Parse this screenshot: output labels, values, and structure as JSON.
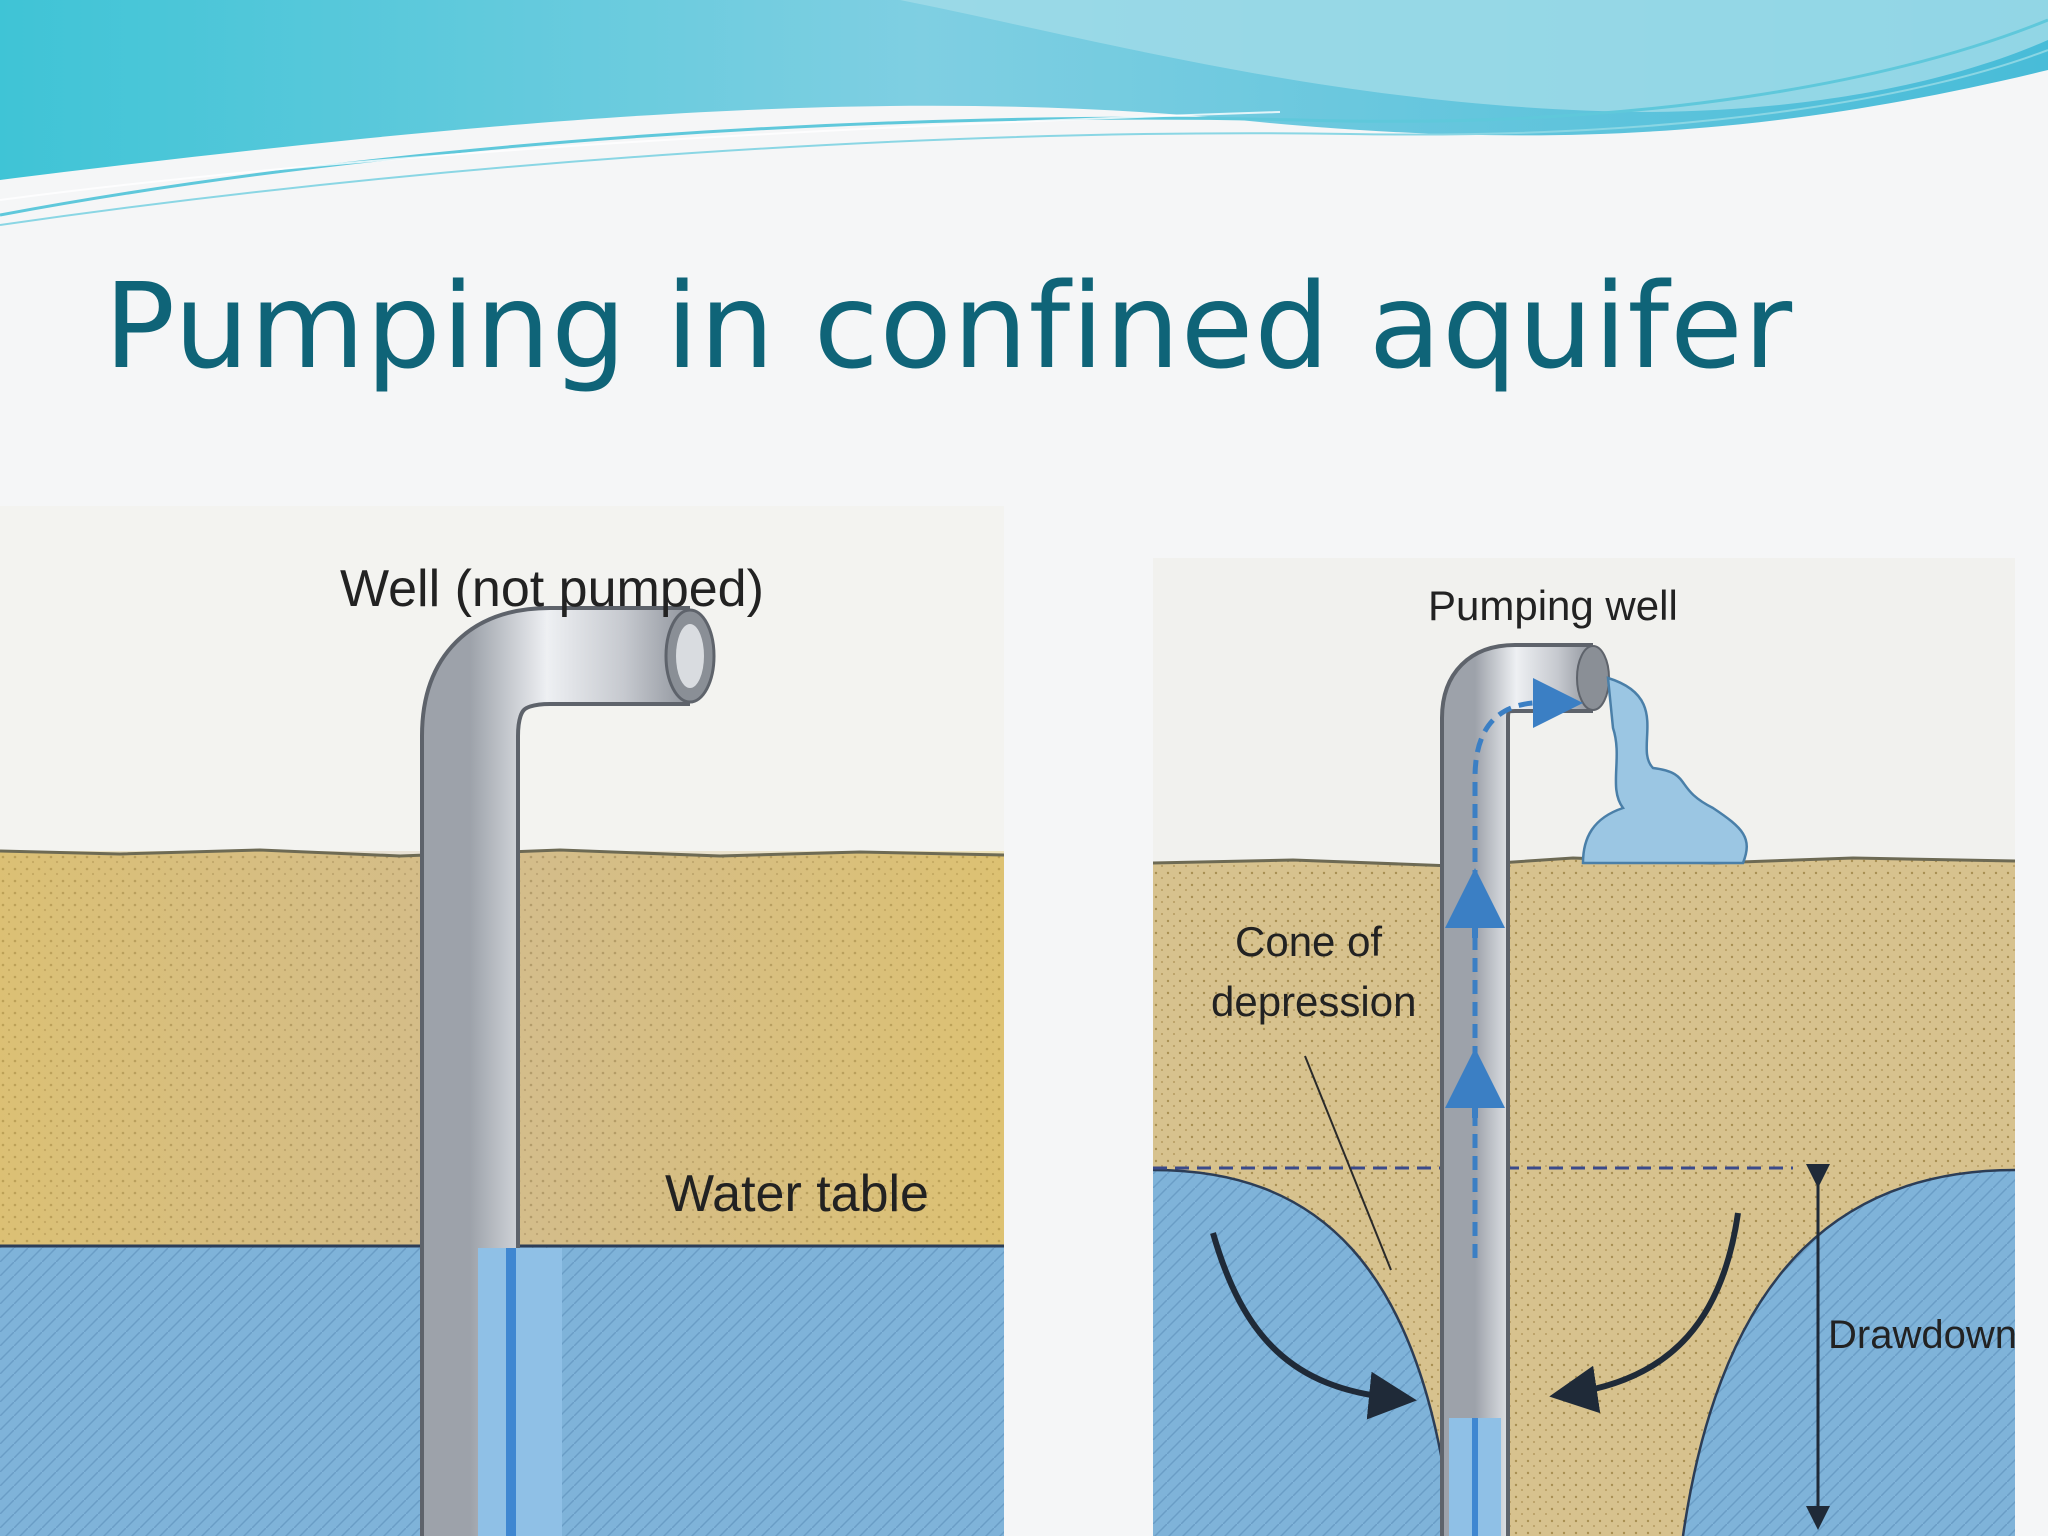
{
  "slide": {
    "title": "Pumping in confined aquifer"
  },
  "diagram_left": {
    "well_label": "Well (not pumped)",
    "water_table_label": "Water table"
  },
  "diagram_right": {
    "well_label": "Pumping well",
    "cone_label_line1": "Cone of",
    "cone_label_line2": "depression",
    "drawdown_label": "Drawdown"
  },
  "colors": {
    "title": "#0f6478",
    "soil": "#d9bf7e",
    "water": "#7fb3d9",
    "pipe": "#c9ccd2",
    "wave_accent": "#4fc3d9"
  }
}
